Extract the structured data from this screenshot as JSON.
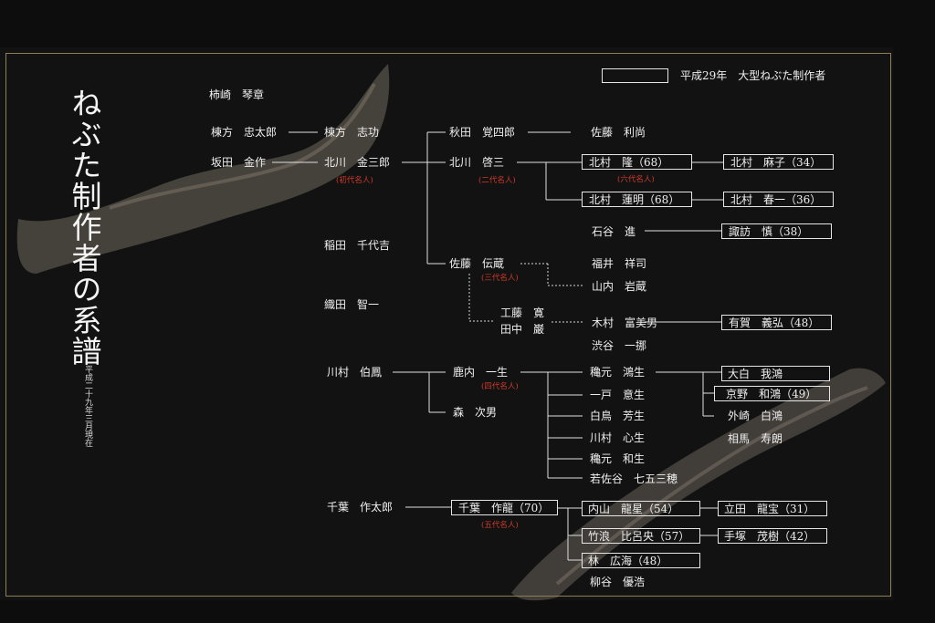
{
  "title": "ねぶた制作者の系譜",
  "date_note": "平成二十九年三月現在",
  "legend": {
    "label": "平成29年　大型ねぶた制作者"
  },
  "colors": {
    "background": "#121212",
    "frame": "#8c7e55",
    "text": "#f0f0f0",
    "title_tag": "#d23a2a",
    "brush": "#7a7266"
  },
  "nodes": {
    "kakizaki": "柿崎　琴章",
    "munakata_chutaro": "棟方　忠太郎",
    "munakata_shiko": "棟方　志功",
    "sakata_kinsaku": "坂田　金作",
    "kitagawa_kinzaburo": "北川　金三郎",
    "akita_kakushiro": "秋田　覚四郎",
    "sato_toshinao": "佐藤　利尚",
    "kitagawa_keizo": "北川　啓三",
    "kitamura_takashi": "北村　隆（68）",
    "kitamura_asako": "北村　麻子（34）",
    "kitamura_renmei": "北村　蓮明（68）",
    "kitamura_shunichi": "北村　春一（36）",
    "ishiya_susumu": "石谷　進",
    "suwa_makoto": "諏訪　慎（38）",
    "inada_chiyokichi": "稲田　千代吉",
    "sato_denzo": "佐藤　伝蔵",
    "fukui_shoji": "福井　祥司",
    "yamauchi_iwazo": "山内　岩蔵",
    "oda_tomoichi": "織田　智一",
    "kudo_hiroshi": "工藤　寛",
    "tanaka_iwao": "田中　巌",
    "kimura_fumio": "木村　富美男",
    "ariga_yoshihiro": "有賀　義弘（48）",
    "shibuya_ichiro": "渋谷　一挪",
    "kawamura_hakuho": "川村　伯鳳",
    "shikauchi_issei": "鹿内　一生",
    "mori_tsuguo": "森　次男",
    "hiemoto_kosei": "穐元　鴻生",
    "ohaku_gako": "大白　我鴻",
    "kyono_wako": "京野　和鴻（49）",
    "ichinohe_isei": "一戸　意生",
    "shiratori_yoshio": "白鳥　芳生",
    "tozaki_hakuko": "外崎　白鴻",
    "soma_toshiro": "相馬　寿朗",
    "kawamura_shinsei": "川村　心生",
    "hiemoto_wasei": "穐元　和生",
    "wakasaya_shichigosan": "若佐谷　七五三穂",
    "chiba_sakutaro": "千葉　作太郎",
    "chiba_sakuryu": "千葉　作龍（70）",
    "uchiyama_ryusei": "内山　龍星（54）",
    "tachita_ryuho": "立田　龍宝（31）",
    "takenami_hiroo": "竹浪　比呂央（57）",
    "tezuka_shigeki": "手塚　茂樹（42）",
    "hayashi_hiromi": "林　広海（48）",
    "yanagiya_yuko": "柳谷　優浩"
  },
  "tags": {
    "kinzaburo": "(初代名人)",
    "keizo": "(二代名人)",
    "denzo": "(三代名人)",
    "issei": "(四代名人)",
    "sakuryu": "(五代名人)",
    "takashi": "(六代名人)"
  }
}
